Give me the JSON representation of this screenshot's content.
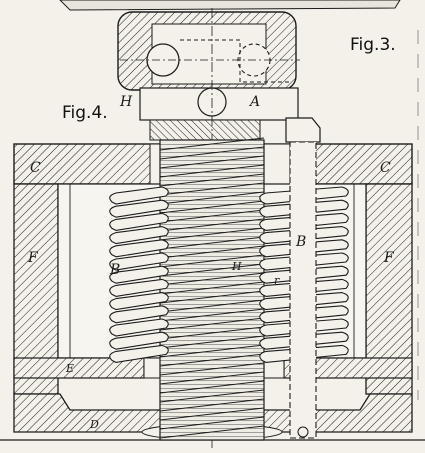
{
  "figure_titles": {
    "fig3": "Fig.3.",
    "fig4": "Fig.4."
  },
  "labels": {
    "C_left": "C",
    "C_right": "C",
    "F_left": "F",
    "F_right": "F",
    "B_left": "B",
    "B_right": "B",
    "H_top": "H",
    "A_top": "A",
    "H_mid": "H",
    "r_mid": "r",
    "E": "E",
    "D": "D"
  },
  "colors": {
    "ink": "#1c1c1c",
    "paper": "#f4f1ea",
    "page": "#ffffff"
  }
}
